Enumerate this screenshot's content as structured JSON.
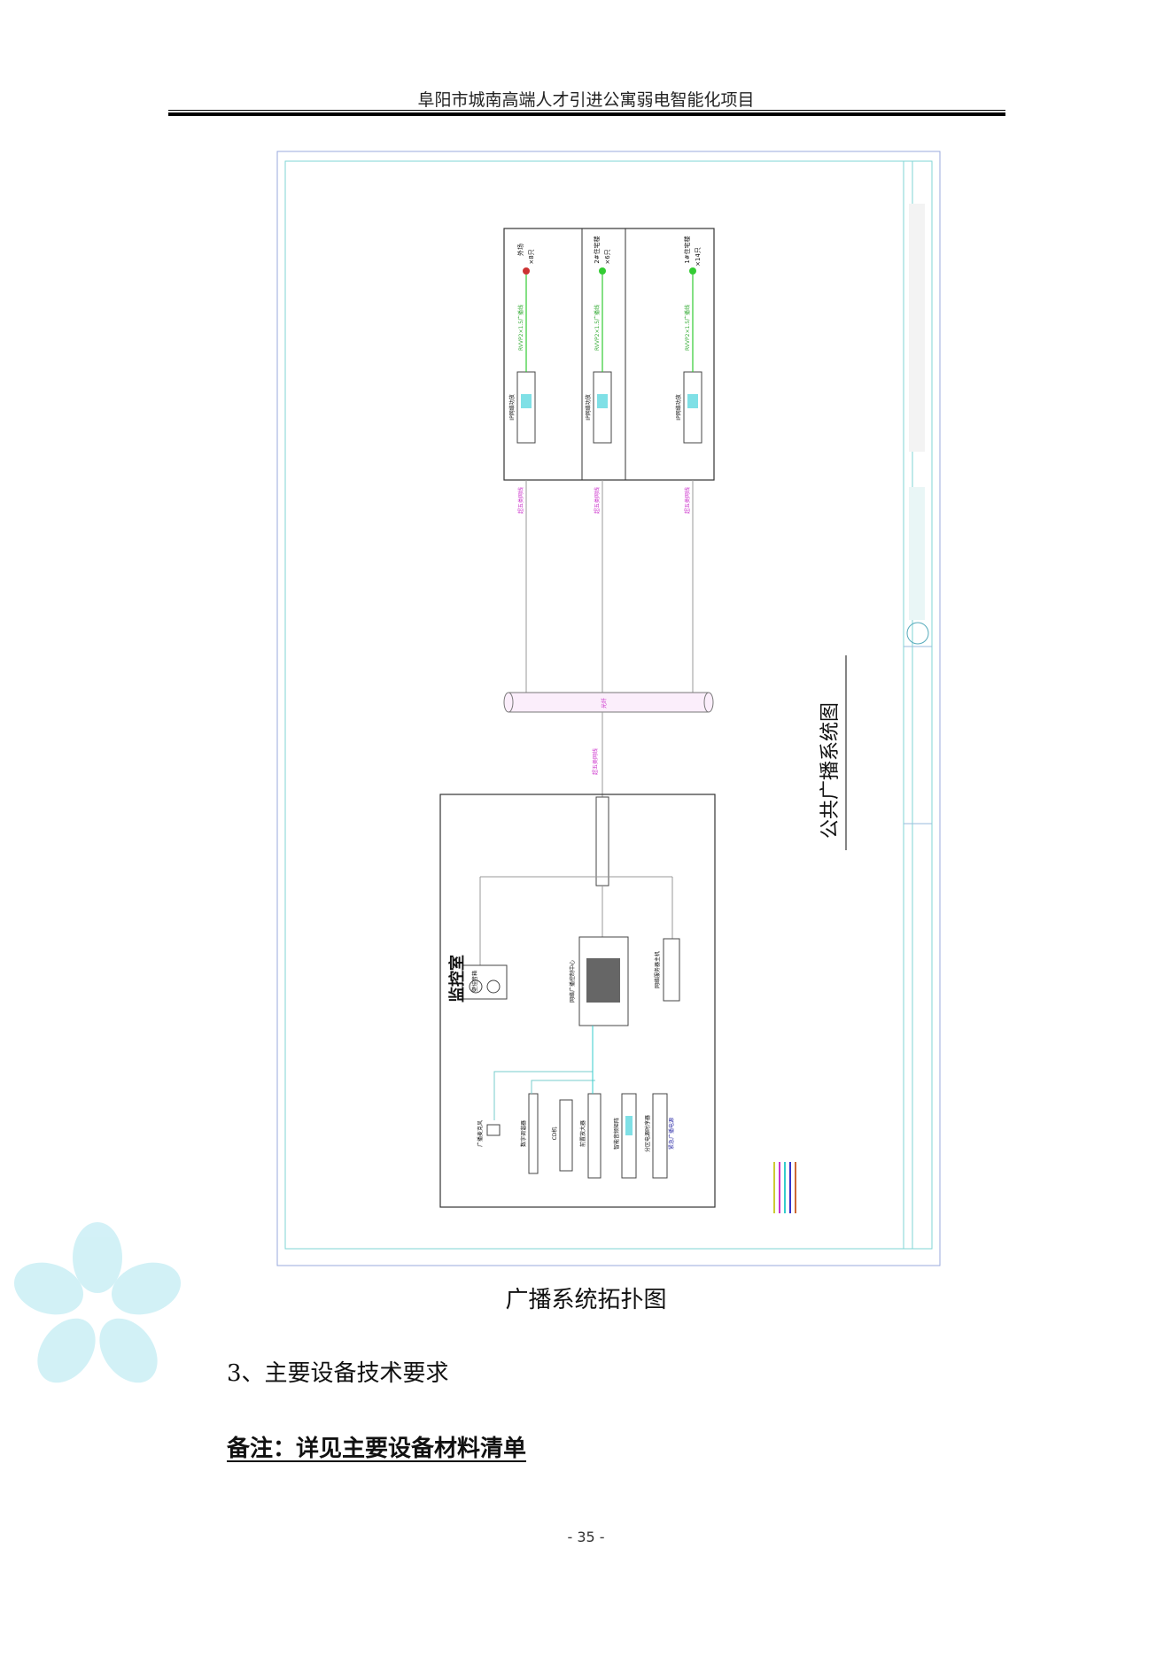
{
  "header": {
    "title": "阜阳市城南高端人才引进公寓弱电智能化项目"
  },
  "drawing": {
    "title": "公共广播系统图",
    "control_room": "监控室",
    "cloud_label": "光纤",
    "cable_label": "超五类网线",
    "zones": [
      {
        "name": "外场",
        "speaker_count": "×8只",
        "amp": "IP网络功放",
        "line": "RVVP2×1.5广播线"
      },
      {
        "name": "2#住宅楼",
        "speaker_count": "×6只",
        "amp": "IP网络功放",
        "line": "RVVP2×1.5广播线"
      },
      {
        "name": "1#住宅楼",
        "speaker_count": "×14只",
        "amp": "IP网络功放",
        "line": "RVVP2×1.5广播线"
      }
    ],
    "room_devices": {
      "speaker": "壁挂音箱",
      "host": "网络广播控制中心",
      "pc": "网络服务器主机",
      "rack": [
        "数字调谐器",
        "CD机",
        "前置放大器",
        "智能音频矩阵",
        "分区电源时序器",
        "紧急广播电源"
      ],
      "mic": "广播麦克风"
    }
  },
  "caption": "广播系统拓扑图",
  "section_heading": "3、主要设备技术要求",
  "remark": "备注：详见主要设备材料清单",
  "page_number": "- 35 -",
  "colors": {
    "cable": "#cc33cc",
    "speaker_line": "#33cc33",
    "frame": "#7fd6d6",
    "logo": "#c8eef5"
  }
}
